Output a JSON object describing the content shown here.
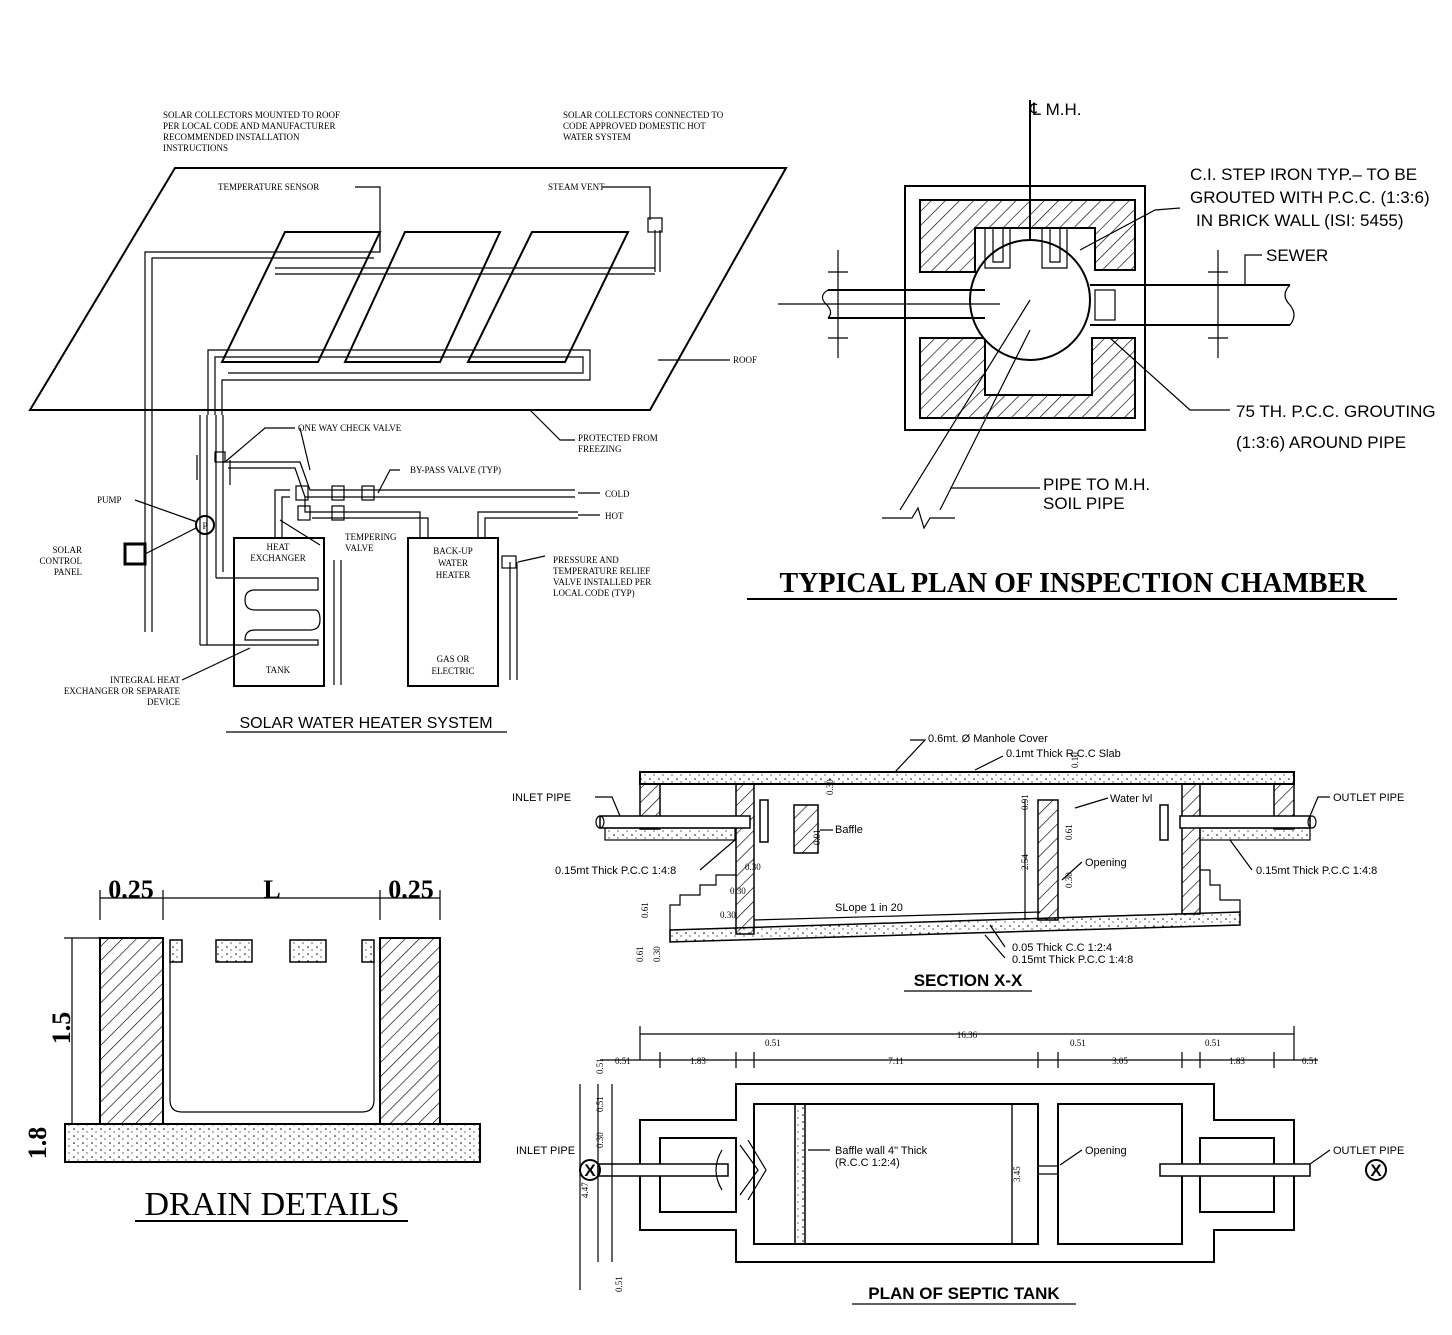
{
  "solar": {
    "title": "SOLAR WATER HEATER SYSTEM",
    "note_collectors_roof": [
      "SOLAR COLLECTORS MOUNTED TO ROOF",
      "PER LOCAL CODE AND MANUFACTURER",
      "RECOMMENDED INSTALLATION",
      "INSTRUCTIONS"
    ],
    "note_collectors_connected": [
      "SOLAR COLLECTORS CONNECTED TO",
      "CODE APPROVED DOMESTIC HOT",
      "WATER SYSTEM"
    ],
    "temperature_sensor": "TEMPERATURE SENSOR",
    "steam_vent": "STEAM VENT",
    "roof": "ROOF",
    "protected_from_freezing": [
      "PROTECTED FROM",
      "FREEZING"
    ],
    "one_way_check_valve": "ONE WAY CHECK VALVE",
    "by_pass_valve": "BY-PASS VALVE (TYP)",
    "pump": "PUMP",
    "pump_symbol": "P",
    "cold": "COLD",
    "hot": "HOT",
    "solar_control_panel": [
      "SOLAR",
      "CONTROL",
      "PANEL"
    ],
    "heat_exchanger": [
      "HEAT",
      "EXCHANGER"
    ],
    "tempering_valve": [
      "TEMPERING",
      "VALVE"
    ],
    "backup_heater": [
      "BACK-UP",
      "WATER",
      "HEATER"
    ],
    "gas_or_electric": [
      "GAS OR",
      "ELECTRIC"
    ],
    "tank": "TANK",
    "pressure_relief": [
      "PRESSURE AND",
      "TEMPERATURE RELIEF",
      "VALVE INSTALLED PER",
      "LOCAL CODE (TYP)"
    ],
    "integral_heat_exchanger": [
      "INTEGRAL HEAT",
      "EXCHANGER OR SEPARATE",
      "DEVICE"
    ]
  },
  "inspection": {
    "title": "TYPICAL PLAN OF INSPECTION CHAMBER",
    "cl_mh": "℄ M.H.",
    "step_iron": [
      "C.I. STEP IRON TYP.– TO BE",
      "GROUTED WITH P.C.C. (1:3:6)",
      "IN BRICK WALL (ISI: 5455)"
    ],
    "sewer": "SEWER",
    "pcc_grouting": [
      "75 TH. P.C.C. GROUTING",
      "(1:3:6) AROUND PIPE"
    ],
    "pipe_to_mh": [
      "PIPE TO M.H.",
      "SOIL PIPE"
    ]
  },
  "drain": {
    "title": "DRAIN DETAILS",
    "dim_left": "0.25",
    "dim_mid": "L",
    "dim_right": "0.25",
    "dim_height": "1.5",
    "dim_base": "1.8"
  },
  "section": {
    "title": "SECTION X-X",
    "manhole_cover": "0.6mt. Ø Manhole Cover",
    "slab": "0.1mt  Thick R.C.C Slab",
    "inlet_pipe": "INLET PIPE",
    "outlet_pipe": "OUTLET PIPE",
    "baffle": "Baffle",
    "water_lvl": "Water lvl",
    "opening": "Opening",
    "pcc_left": "0.15mt  Thick P.C.C 1:4:8",
    "pcc_right": "0.15mt  Thick P.C.C 1:4:8",
    "slope": "SLope 1 in 20",
    "cc_thick": "0.05 Thick C.C 1:2:4",
    "pcc_bottom": "0.15mt  Thick P.C.C 1:4:8",
    "dims": {
      "d030a": "0.30",
      "d091a": "0.91",
      "d091b": "0.91",
      "d061a": "0.61",
      "d254": "2.54",
      "d030b": "0.30",
      "d010": "0.10",
      "d030c": "0.30",
      "d030d": "0.30",
      "d061b": "0.61",
      "d061c": "0.61",
      "d030e": "0.30"
    }
  },
  "septic": {
    "title": "PLAN OF SEPTIC TANK",
    "inlet_pipe": "INLET PIPE",
    "outlet_pipe": "OUTLET PIPE",
    "baffle_wall": [
      "Baffle wall 4\" Thick",
      "(R.C.C 1:2:4)"
    ],
    "opening": "Opening",
    "section_mark": "X",
    "dims": {
      "total": "16.36",
      "a": "0.51",
      "b": "1.83",
      "c": "0.51",
      "d": "7.11",
      "e": "0.51",
      "f": "3.05",
      "g": "0.51",
      "h": "1.83",
      "i": "0.51",
      "w": "3.45",
      "v1": "0.51",
      "v2": "0.51",
      "v3": "0.30",
      "v4": "4.47",
      "v5": "0.51"
    }
  }
}
